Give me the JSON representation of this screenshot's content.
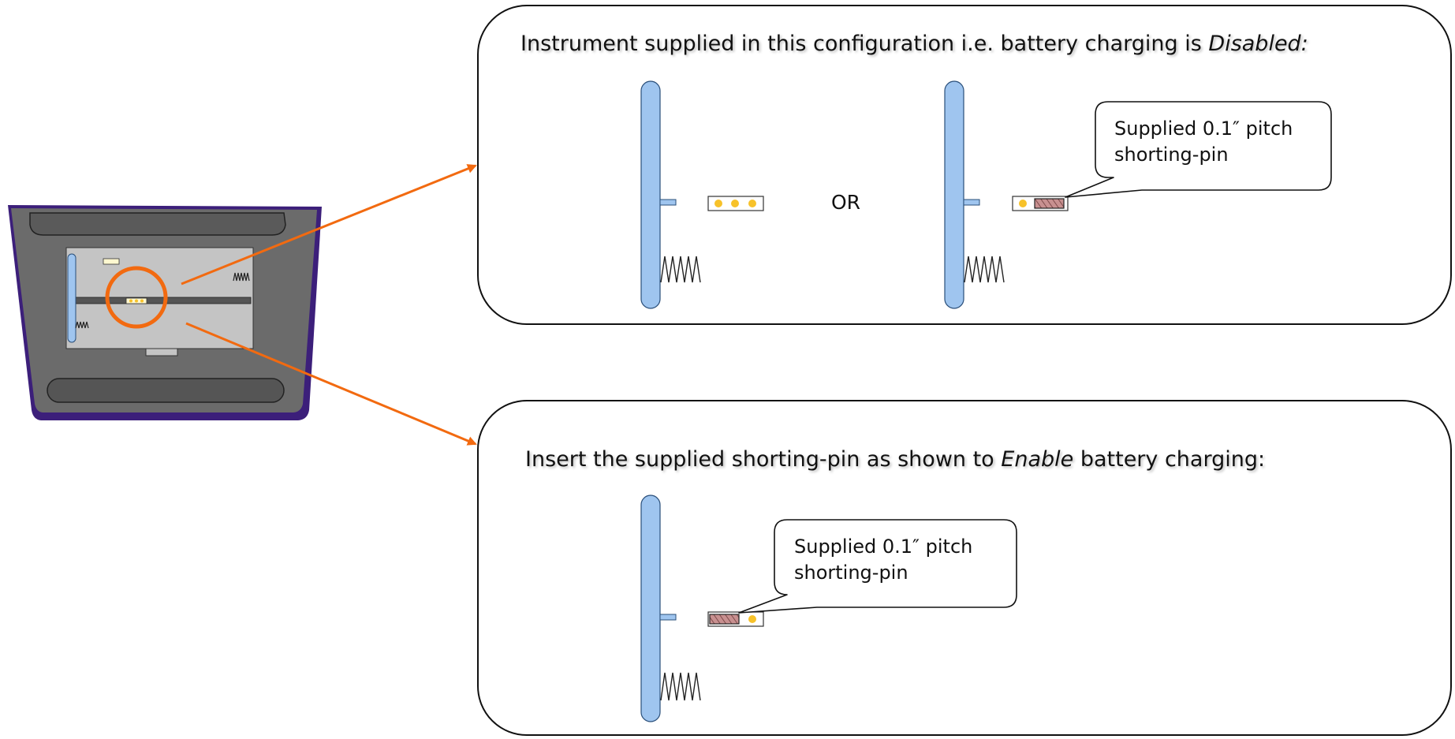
{
  "panel_disabled": {
    "title": "Instrument supplied in this configuration i.e. battery charging is ",
    "title_emphasis": "Disabled:",
    "or_label": "OR",
    "callout": "Supplied 0.1″ pitch shorting-pin"
  },
  "panel_enable": {
    "title_prefix": "Insert the supplied shorting-pin as shown to ",
    "title_emphasis": "Enable",
    "title_suffix": " battery charging:",
    "callout": "Supplied 0.1″ pitch shorting-pin"
  },
  "colors": {
    "arrow": "#f26a10",
    "battery_contact": "#9fc5ef",
    "pin_dot": "#f7c22a",
    "shorting_pin": "#c48a8a",
    "device_body": "#6b6b6b",
    "device_edge": "#3c1f7a"
  }
}
